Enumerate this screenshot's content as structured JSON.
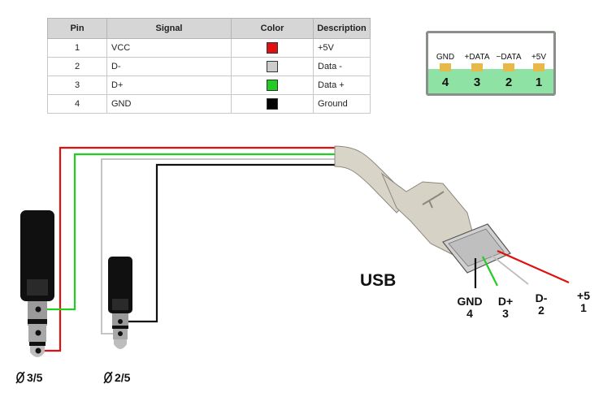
{
  "table": {
    "headers": [
      "Pin",
      "Signal",
      "Color",
      "Description"
    ],
    "rows": [
      {
        "pin": "1",
        "signal": "VCC",
        "color": "#e01010",
        "description": "+5V"
      },
      {
        "pin": "2",
        "signal": "D-",
        "color": "#cccccc",
        "description": "Data -"
      },
      {
        "pin": "3",
        "signal": "D+",
        "color": "#22cc22",
        "description": "Data +"
      },
      {
        "pin": "4",
        "signal": "GND",
        "color": "#000000",
        "description": "Ground"
      }
    ]
  },
  "connector_face": {
    "pins": [
      {
        "label": "GND",
        "number": "4"
      },
      {
        "label": "+DATA",
        "number": "3"
      },
      {
        "label": "−DATA",
        "number": "2"
      },
      {
        "label": "+5V",
        "number": "1"
      }
    ]
  },
  "usb_label": "USB",
  "wire_labels": [
    {
      "name": "GND",
      "number": "4"
    },
    {
      "name": "D+",
      "number": "3"
    },
    {
      "name": "D-",
      "number": "2"
    },
    {
      "name": "+5",
      "number": "1"
    }
  ],
  "jacks": [
    {
      "label": "3/5"
    },
    {
      "label": "2/5"
    }
  ],
  "colors": {
    "red": "#e01010",
    "green": "#22cc22",
    "white": "#bdbdbd",
    "black": "#111111",
    "plug_body": "#d8d5c8",
    "face_strip": "#8ee3a4",
    "face_pad": "#e7b84a"
  }
}
